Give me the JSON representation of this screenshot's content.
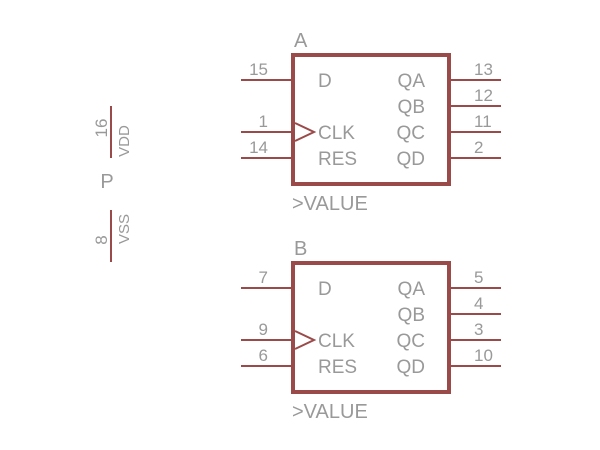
{
  "power": {
    "vdd_pin": "16",
    "vdd_label": "VDD",
    "part_label": "P",
    "vss_pin": "8",
    "vss_label": "VSS"
  },
  "gates": [
    {
      "name": "A",
      "value": ">VALUE",
      "left_pins": [
        {
          "num": "15",
          "label": "D"
        },
        {
          "num": "1",
          "label": "CLK"
        },
        {
          "num": "14",
          "label": "RES"
        }
      ],
      "right_pins": [
        {
          "num": "13",
          "label": "QA"
        },
        {
          "num": "12",
          "label": "QB"
        },
        {
          "num": "11",
          "label": "QC"
        },
        {
          "num": "2",
          "label": "QD"
        }
      ]
    },
    {
      "name": "B",
      "value": ">VALUE",
      "left_pins": [
        {
          "num": "7",
          "label": "D"
        },
        {
          "num": "9",
          "label": "CLK"
        },
        {
          "num": "6",
          "label": "RES"
        }
      ],
      "right_pins": [
        {
          "num": "5",
          "label": "QA"
        },
        {
          "num": "4",
          "label": "QB"
        },
        {
          "num": "3",
          "label": "QC"
        },
        {
          "num": "10",
          "label": "QD"
        }
      ]
    }
  ],
  "colors": {
    "outline": "#9b4a4a",
    "text": "#999999",
    "background": "#ffffff"
  }
}
